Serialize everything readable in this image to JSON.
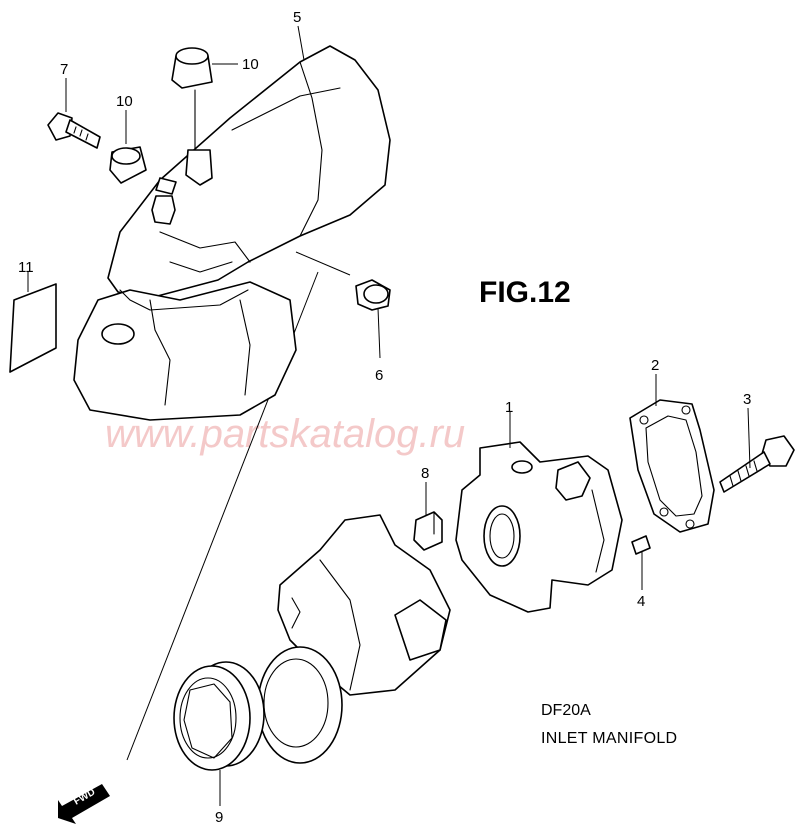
{
  "figure": {
    "title": "FIG.12",
    "model": "DF20A",
    "caption": "INLET MANIFOLD",
    "watermark": "www.partskatalog.ru",
    "watermark_color": "#f4c9c9",
    "direction_marker": "FWD"
  },
  "callouts": {
    "c1": "1",
    "c2": "2",
    "c3": "3",
    "c4": "4",
    "c5": "5",
    "c6": "6",
    "c7": "7",
    "c8": "8",
    "c9": "9",
    "c10a": "10",
    "c10b": "10",
    "c11": "11"
  }
}
